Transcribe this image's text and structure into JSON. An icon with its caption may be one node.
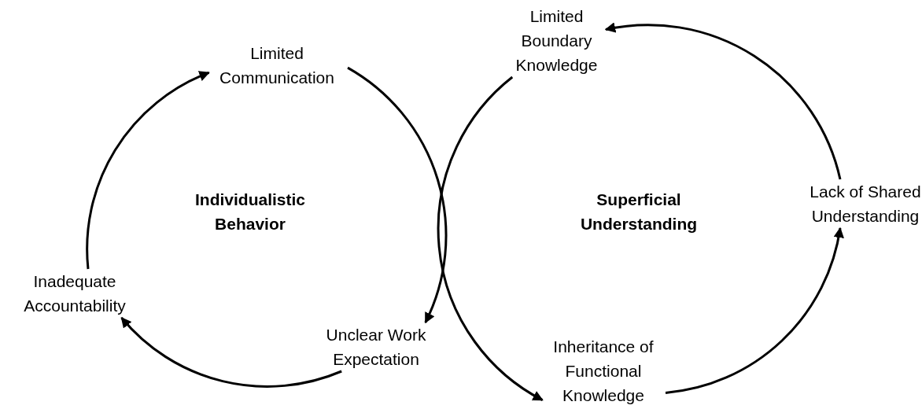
{
  "diagram": {
    "nodes": [
      {
        "text": [
          "Limited Communication"
        ]
      },
      {
        "text": [
          "Limited Boundary Knowledge"
        ]
      },
      {
        "text": [
          "Lack of Shared Understanding"
        ]
      },
      {
        "text": [
          "Inadequate Accountability"
        ]
      },
      {
        "text": [
          "Unclear Work Expectation"
        ]
      },
      {
        "text": [
          "Inheritance of Functional Knowledge"
        ]
      }
    ],
    "edges": [
      {
        "from": 0,
        "to": 4,
        "arrow": "to"
      },
      {
        "from": 4,
        "to": 3,
        "arrow": "to"
      },
      {
        "from": 3,
        "to": 0,
        "arrow": "to"
      },
      {
        "from": 1,
        "to": 5,
        "arrow": "to"
      },
      {
        "from": 5,
        "to": 2,
        "arrow": "to"
      },
      {
        "from": 2,
        "to": 1,
        "arrow": "to"
      }
    ],
    "labels": [
      "Individualistic Behavior",
      "Superficial Understanding"
    ]
  }
}
